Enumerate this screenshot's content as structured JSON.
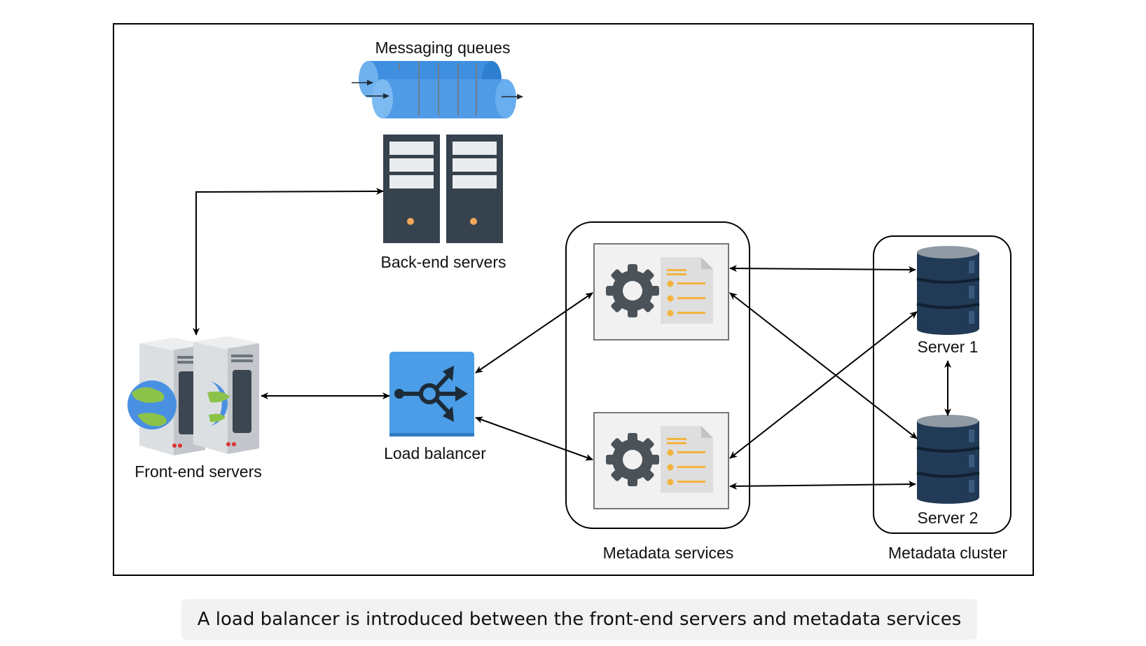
{
  "labels": {
    "messaging_queues": "Messaging queues",
    "back_end_servers": "Back-end servers",
    "front_end_servers": "Front-end servers",
    "load_balancer": "Load balancer",
    "metadata_services": "Metadata services",
    "metadata_cluster": "Metadata cluster",
    "server_1": "Server 1",
    "server_2": "Server 2"
  },
  "caption": "A load balancer is introduced between the front-end servers and metadata services",
  "icons": [
    "queue-icon",
    "server-rack-icon",
    "web-server-icon",
    "load-balancer-icon",
    "gear-icon",
    "document-list-icon",
    "database-icon"
  ],
  "colors": {
    "queue_blue": "#3f8fe0",
    "rack_dark": "#36434e",
    "lb_blue": "#4a9de6",
    "db_navy": "#213a56",
    "doc_orange": "#f3b33d",
    "gear_gray": "#4b5258"
  }
}
